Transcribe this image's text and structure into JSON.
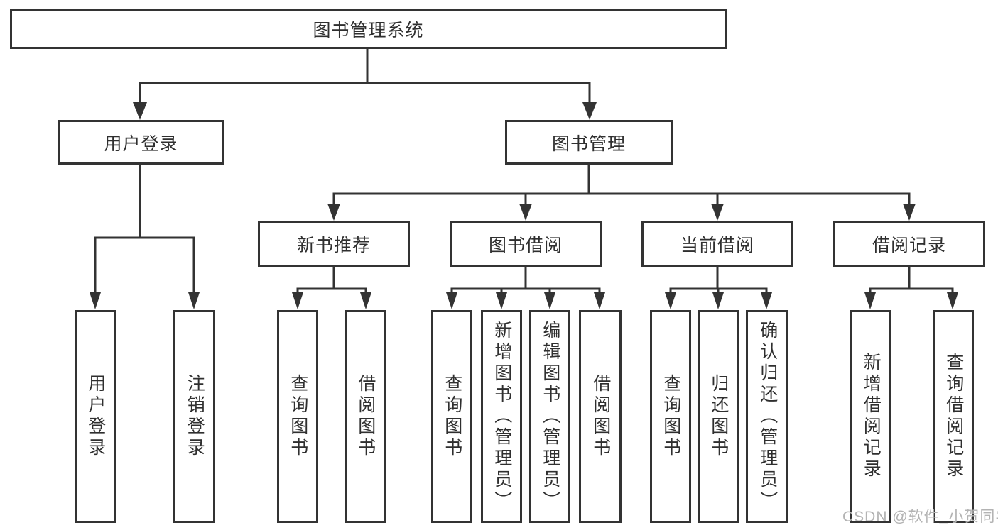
{
  "diagram": {
    "root": "图书管理系统",
    "branches": [
      {
        "label": "用户登录",
        "children": [
          "用户登录",
          "注销登录"
        ]
      },
      {
        "label": "图书管理",
        "groups": [
          {
            "label": "新书推荐",
            "children": [
              "查询图书",
              "借阅图书"
            ]
          },
          {
            "label": "图书借阅",
            "children": [
              "查询图书",
              "新增图书（管理员）",
              "编辑图书（管理员）",
              "借阅图书"
            ]
          },
          {
            "label": "当前借阅",
            "children": [
              "查询图书",
              "归还图书",
              "确认归还（管理员）"
            ]
          },
          {
            "label": "借阅记录",
            "children": [
              "新增借阅记录",
              "查询借阅记录"
            ]
          }
        ]
      }
    ]
  },
  "colors": {
    "line": "#333333",
    "text": "#2f2f2f",
    "watermark": "#b3b3b3",
    "background": "#ffffff"
  },
  "watermark": "CSDN @软件_小贺同学"
}
